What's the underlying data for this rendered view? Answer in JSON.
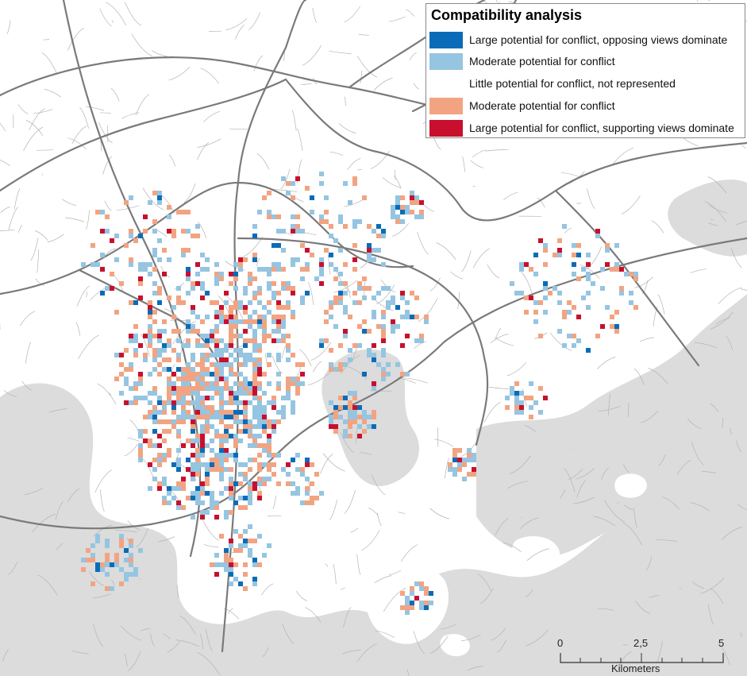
{
  "legend": {
    "title": "Compatibility analysis",
    "items": [
      {
        "label": "Large potential for conflict, opposing views dominate",
        "color": "#0a6cb8"
      },
      {
        "label": "Moderate potential for conflict",
        "color": "#95c5e1"
      },
      {
        "label": "Little potential for conflict, not represented",
        "color": "#ffffff"
      },
      {
        "label": "Moderate potential for conflict",
        "color": "#f2a482"
      },
      {
        "label": "Large potential for conflict, supporting views dominate",
        "color": "#c8102e"
      }
    ]
  },
  "scalebar": {
    "ticks": [
      "0",
      "2,5",
      "5"
    ],
    "unit": "Kilometers"
  },
  "colors": {
    "water": "#dcdcdc",
    "roads": "#9a9a9a",
    "major_roads": "#6e6e6e"
  }
}
